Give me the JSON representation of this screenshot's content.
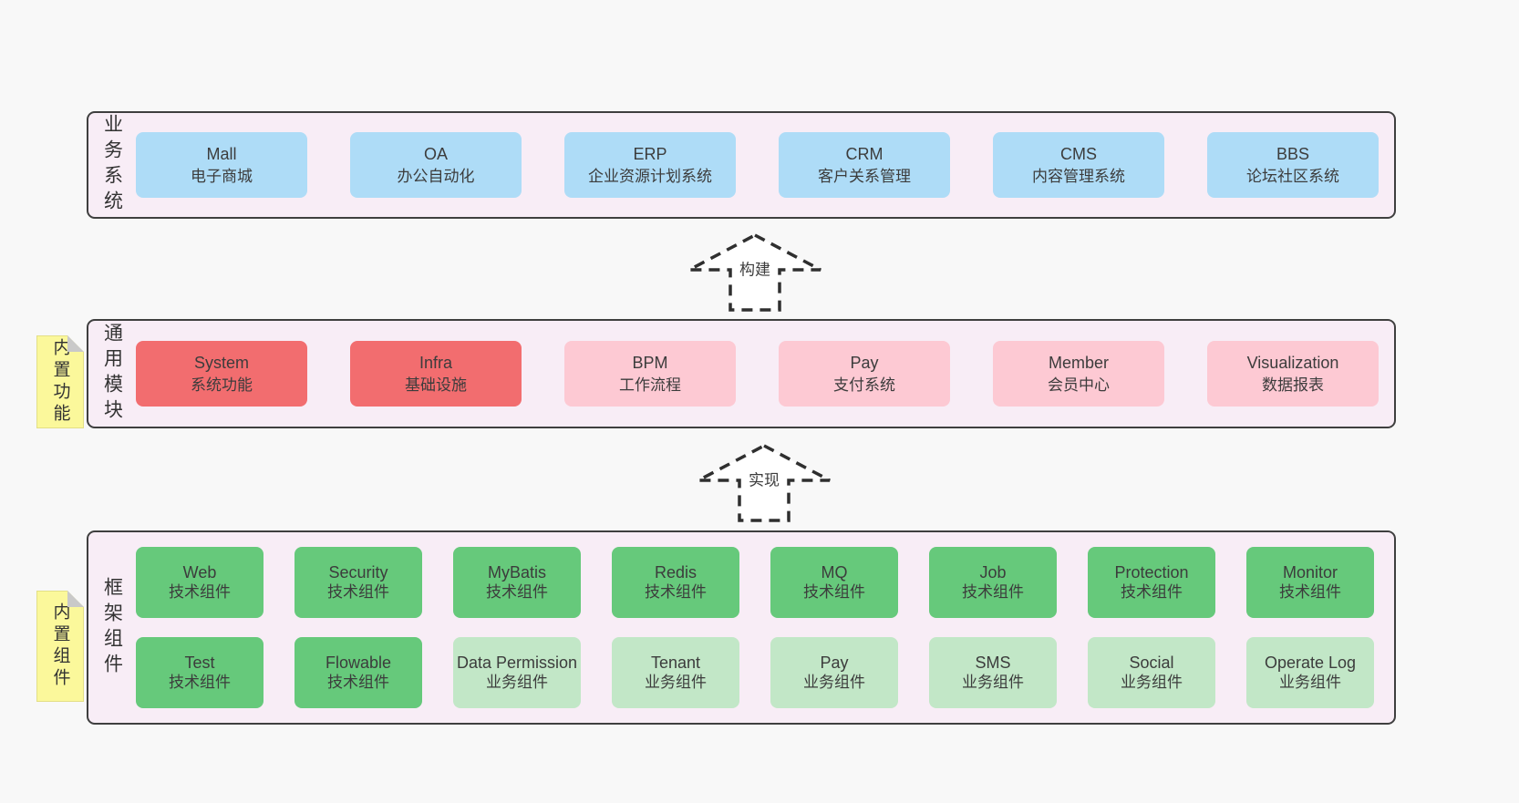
{
  "canvas": {
    "background": "#f8f8f8"
  },
  "colors": {
    "layer_background": "#f8edf6",
    "layer_border": "#3f3f3f",
    "box_blue": "#aedcf7",
    "box_red": "#f26d6f",
    "box_pink": "#fdc9d3",
    "box_green": "#66c97b",
    "box_light_green": "#c2e7c7",
    "note_yellow": "#fbf89b",
    "note_fold_grey": "#c9c9c9",
    "text": "#3c3c3c"
  },
  "arrows": {
    "build": "构建",
    "implement": "实现"
  },
  "layers": {
    "business": {
      "side_label": "业务系统",
      "boxes": [
        {
          "en": "Mall",
          "zh": "电子商城"
        },
        {
          "en": "OA",
          "zh": "办公自动化"
        },
        {
          "en": "ERP",
          "zh": "企业资源计划系统"
        },
        {
          "en": "CRM",
          "zh": "客户关系管理"
        },
        {
          "en": "CMS",
          "zh": "内容管理系统"
        },
        {
          "en": "BBS",
          "zh": "论坛社区系统"
        }
      ]
    },
    "modules": {
      "note": "内置功能",
      "side_label": "通用模块",
      "boxes": [
        {
          "en": "System",
          "zh": "系统功能",
          "variant": "red"
        },
        {
          "en": "Infra",
          "zh": "基础设施",
          "variant": "red"
        },
        {
          "en": "BPM",
          "zh": "工作流程",
          "variant": "pink"
        },
        {
          "en": "Pay",
          "zh": "支付系统",
          "variant": "pink"
        },
        {
          "en": "Member",
          "zh": "会员中心",
          "variant": "pink"
        },
        {
          "en": "Visualization",
          "zh": "数据报表",
          "variant": "pink"
        }
      ]
    },
    "components": {
      "note": "内置组件",
      "side_label": "框架组件",
      "row1": [
        {
          "en": "Web",
          "zh": "技术组件",
          "variant": "green"
        },
        {
          "en": "Security",
          "zh": "技术组件",
          "variant": "green"
        },
        {
          "en": "MyBatis",
          "zh": "技术组件",
          "variant": "green"
        },
        {
          "en": "Redis",
          "zh": "技术组件",
          "variant": "green"
        },
        {
          "en": "MQ",
          "zh": "技术组件",
          "variant": "green"
        },
        {
          "en": "Job",
          "zh": "技术组件",
          "variant": "green"
        },
        {
          "en": "Protection",
          "zh": "技术组件",
          "variant": "green"
        },
        {
          "en": "Monitor",
          "zh": "技术组件",
          "variant": "green"
        }
      ],
      "row2": [
        {
          "en": "Test",
          "zh": "技术组件",
          "variant": "green"
        },
        {
          "en": "Flowable",
          "zh": "技术组件",
          "variant": "green"
        },
        {
          "en": "Data Permission",
          "zh": "业务组件",
          "variant": "lightgreen"
        },
        {
          "en": "Tenant",
          "zh": "业务组件",
          "variant": "lightgreen"
        },
        {
          "en": "Pay",
          "zh": "业务组件",
          "variant": "lightgreen"
        },
        {
          "en": "SMS",
          "zh": "业务组件",
          "variant": "lightgreen"
        },
        {
          "en": "Social",
          "zh": "业务组件",
          "variant": "lightgreen"
        },
        {
          "en": "Operate Log",
          "zh": "业务组件",
          "variant": "lightgreen"
        }
      ]
    }
  }
}
